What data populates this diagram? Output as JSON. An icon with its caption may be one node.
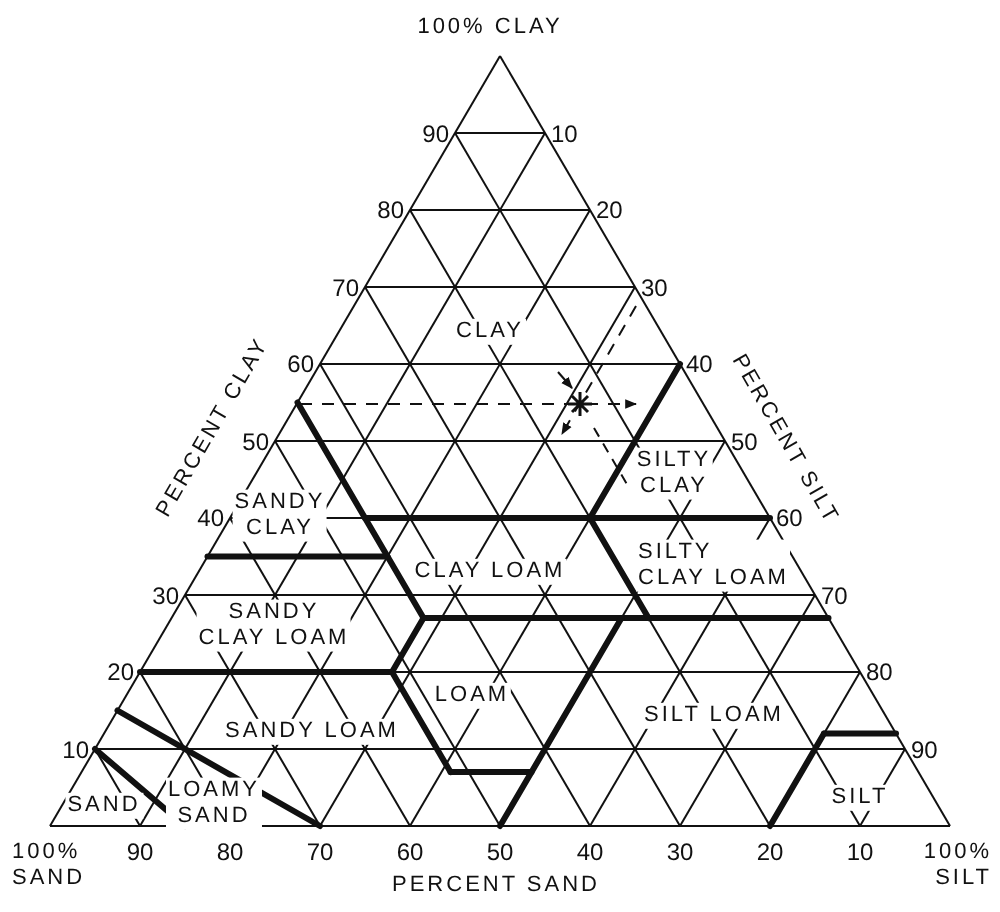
{
  "diagram": {
    "labels": [
      "100% CLAY",
      "90",
      "10",
      "80",
      "20",
      "70",
      "30",
      "CLAY",
      "PERCENT CLAY",
      "60",
      "40",
      "PERCENT SILT",
      "50",
      "50",
      "SILTY CLAY",
      "SANDY CLAY",
      "40",
      "60",
      "CLAY LOAM",
      "SILTY CLAY LOAM",
      "30",
      "70",
      "SANDY CLAY LOAM",
      "20",
      "80",
      "LOAM",
      "SILT LOAM",
      "SANDY LOAM",
      "10",
      "90",
      "SAND",
      "LOAMY SAND",
      "SILT",
      "100% SAND",
      "90",
      "80",
      "70",
      "60",
      "50",
      "40",
      "30",
      "20",
      "10",
      "100% SILT",
      "PERCENT SAND"
    ]
  }
}
